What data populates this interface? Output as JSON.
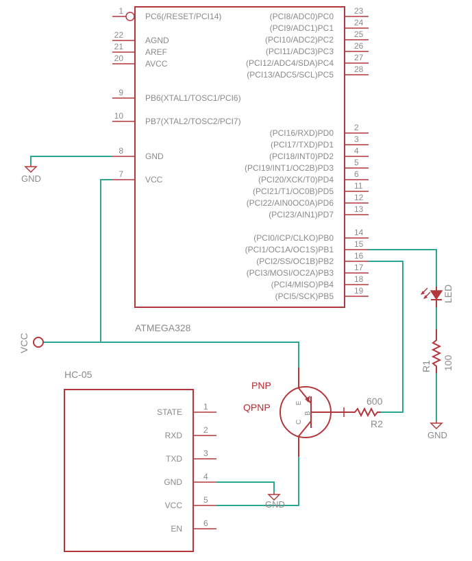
{
  "mcu": {
    "name": "ATMEGA328",
    "left_pins": [
      {
        "num": "1",
        "label": "PC6(/RESET/PCI14)"
      },
      {
        "num": "22",
        "label": "AGND"
      },
      {
        "num": "21",
        "label": "AREF"
      },
      {
        "num": "20",
        "label": "AVCC"
      },
      {
        "num": "9",
        "label": "PB6(XTAL1/TOSC1/PCI6)"
      },
      {
        "num": "10",
        "label": "PB7(XTAL2/TOSC2/PCI7)"
      },
      {
        "num": "8",
        "label": "GND"
      },
      {
        "num": "7",
        "label": "VCC"
      }
    ],
    "right_pins": [
      {
        "num": "23",
        "label": "(PCI8/ADC0)PC0"
      },
      {
        "num": "24",
        "label": "(PCI9/ADC1)PC1"
      },
      {
        "num": "25",
        "label": "(PCI10/ADC2)PC2"
      },
      {
        "num": "26",
        "label": "(PCI11/ADC3)PC3"
      },
      {
        "num": "27",
        "label": "(PCI12/ADC4/SDA)PC4"
      },
      {
        "num": "28",
        "label": "(PCI13/ADC5/SCL)PC5"
      },
      {
        "num": "2",
        "label": "(PCI16/RXD)PD0"
      },
      {
        "num": "3",
        "label": "(PCI17/TXD)PD1"
      },
      {
        "num": "4",
        "label": "(PCI18/INT0)PD2"
      },
      {
        "num": "5",
        "label": "(PCI19/INT1/OC2B)PD3"
      },
      {
        "num": "6",
        "label": "(PCI20/XCK/T0)PD4"
      },
      {
        "num": "11",
        "label": "(PCI21/T1/OC0B)PD5"
      },
      {
        "num": "12",
        "label": "(PCI22/AIN0OC0A)PD6"
      },
      {
        "num": "13",
        "label": "(PCI23/AIN1)PD7"
      },
      {
        "num": "14",
        "label": "(PCI0/ICP/CLKO)PB0"
      },
      {
        "num": "15",
        "label": "(PCI1/OC1A/OC1S)PB1"
      },
      {
        "num": "16",
        "label": "(PCI2/SS/OC1B)PB2"
      },
      {
        "num": "17",
        "label": "(PCI3/MOSI/OC2A)PB3"
      },
      {
        "num": "18",
        "label": "(PCI4/MISO)PB4"
      },
      {
        "num": "19",
        "label": "(PCI5/SCK)PB5"
      }
    ]
  },
  "hc05": {
    "name": "HC-05",
    "pins": [
      {
        "num": "1",
        "label": "STATE"
      },
      {
        "num": "2",
        "label": "RXD"
      },
      {
        "num": "3",
        "label": "TXD"
      },
      {
        "num": "4",
        "label": "GND"
      },
      {
        "num": "5",
        "label": "VCC"
      },
      {
        "num": "6",
        "label": "EN"
      }
    ]
  },
  "transistor": {
    "value": "PNP",
    "name": "QPNP",
    "pin_e": "E",
    "pin_b": "B",
    "pin_c": "C"
  },
  "r1": {
    "name": "R1",
    "value": "100"
  },
  "r2": {
    "name": "R2",
    "value": "600"
  },
  "led": {
    "name": "LED"
  },
  "supply": {
    "vcc": "VCC",
    "gnd": "GND"
  },
  "colors": {
    "part": "#b3363a",
    "wire": "#2aa590",
    "text": "#8a8a8a",
    "value_text": "#c0272d"
  }
}
